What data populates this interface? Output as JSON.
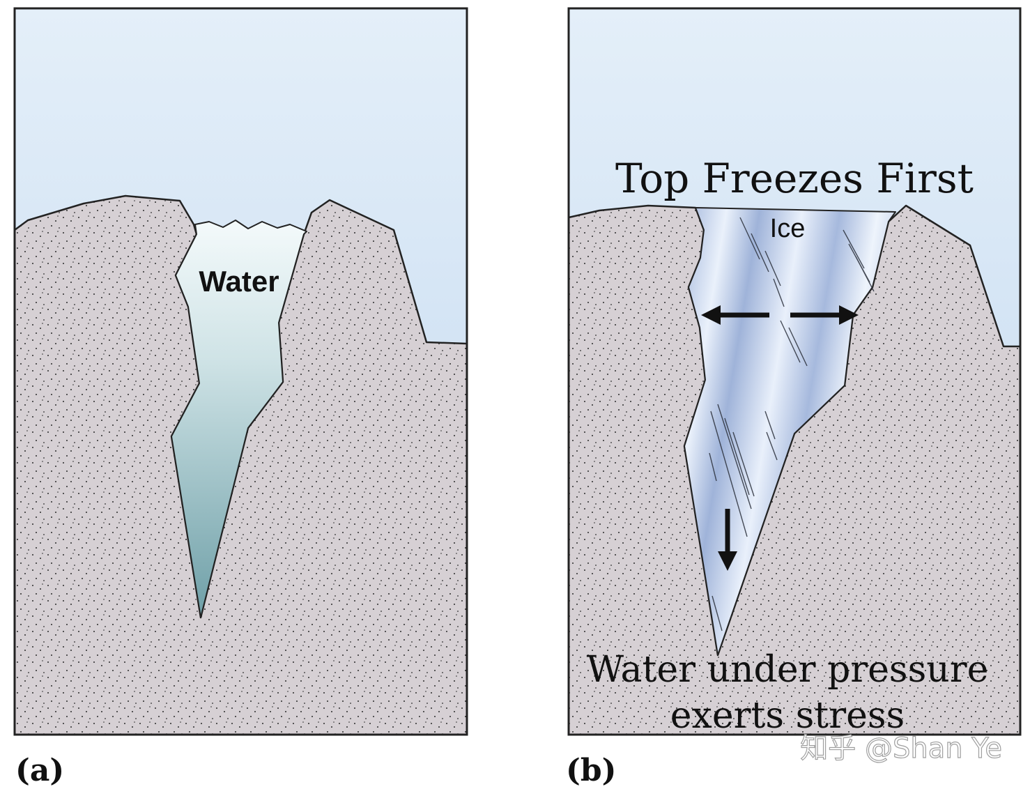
{
  "panels": {
    "a": {
      "label": "(a)",
      "water_label": "Water"
    },
    "b": {
      "label": "(b)",
      "top_caption": "Top Freezes First",
      "ice_label": "Ice",
      "bottom_caption_line1": "Water under pressure",
      "bottom_caption_line2": "exerts stress"
    }
  },
  "watermark": "知乎 @Shan Ye",
  "icons": {
    "expansion_arrows": "double-horizontal-arrows-icon",
    "down_arrow": "down-arrow-icon"
  },
  "colors": {
    "sky_top": "#c4daf0",
    "sky_bottom": "#e4eff9",
    "rock": "#d6d0d4",
    "water_top": "#f4fafb",
    "water_bottom": "#6e9fa7",
    "ice_dark": "#97acd6",
    "ice_light": "#eef4fc",
    "outline": "#222222"
  }
}
